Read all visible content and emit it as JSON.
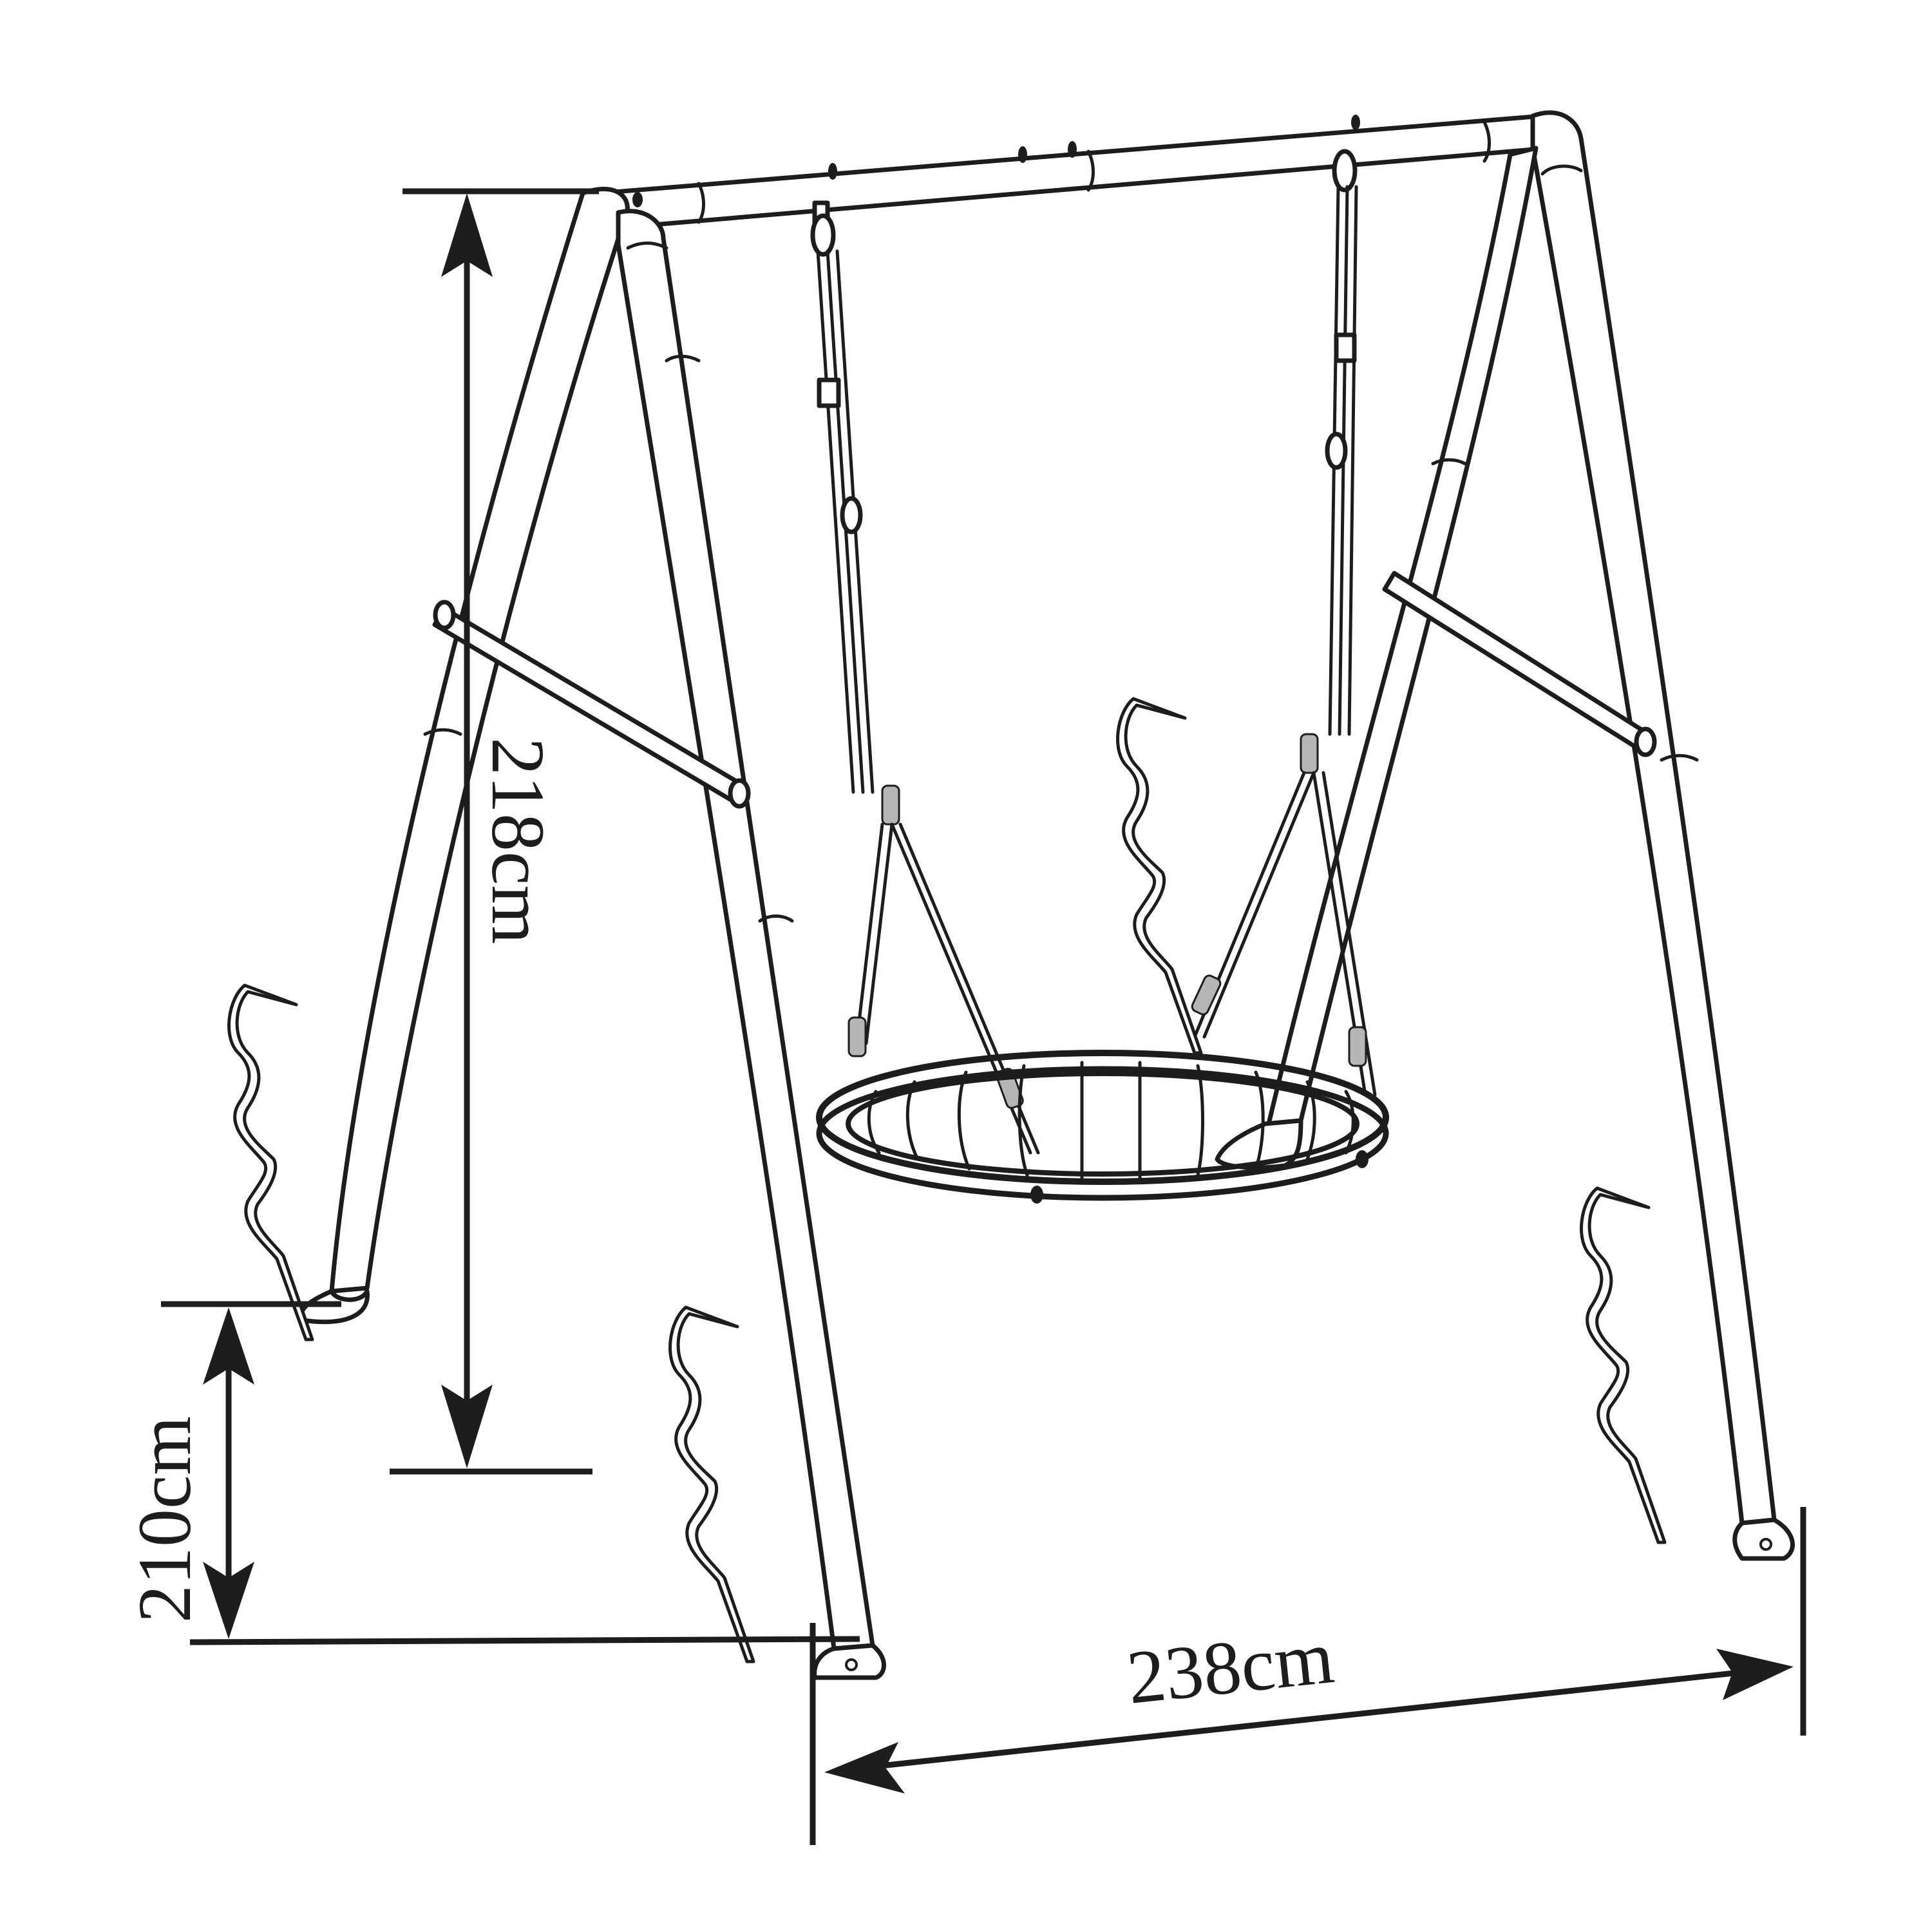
{
  "diagram": {
    "subject": "Nest swing set (A-frame)",
    "colors": {
      "line": "#1d1d1b",
      "background": "#ffffff",
      "hardware": "#b5b5b5"
    },
    "dimensions": {
      "height": {
        "label": "218cm",
        "orientation": "vertical"
      },
      "depth": {
        "label": "210cm",
        "orientation": "vertical"
      },
      "width": {
        "label": "238cm",
        "orientation": "horizontal"
      }
    },
    "components": [
      "top-beam",
      "left-a-frame",
      "right-a-frame",
      "left-brace",
      "right-brace",
      "nest-seat",
      "left-ropes",
      "right-ropes",
      "ground-stakes"
    ],
    "stake_count": 4
  }
}
